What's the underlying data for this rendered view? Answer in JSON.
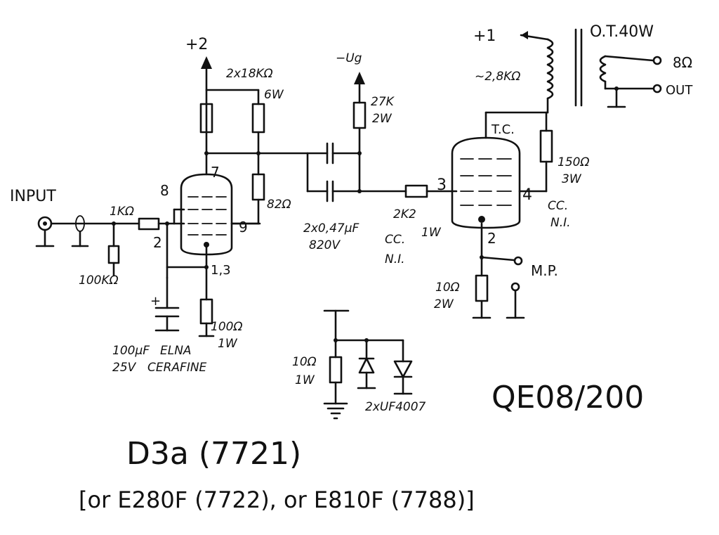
{
  "labels": {
    "input": "INPUT",
    "r_input": "1KΩ",
    "r_grid_leak": "100KΩ",
    "pin_8": "8",
    "pin_2_left": "2",
    "pin_7": "7",
    "pin_9": "9",
    "pin_1_3": "1,3",
    "supply_plus2": "+2",
    "r_anode": "2x18KΩ",
    "r_anode_w": "6W",
    "r_82": "82Ω",
    "cap_cathode_plus": "+",
    "cap_cathode": "100µF",
    "cap_cathode_v": "25V",
    "cap_brand": "ELNA",
    "cap_series": "CERAFINE",
    "r_cathode": "100Ω",
    "r_cathode_w": "1W",
    "neg_ug": "−Ug",
    "r_bias": "27K",
    "r_bias_w": "2W",
    "cap_coupling": "2x0,47µF",
    "cap_coupling_v": "820V",
    "r_grid_stop": "2K2",
    "r_grid_stop_w": "1W",
    "r_grid_stop_type_1": "CC.",
    "r_grid_stop_type_2": "N.I.",
    "pin_3": "3",
    "pin_4": "4",
    "pin_2_right": "2",
    "tube_tc": "T.C.",
    "supply_plus1": "+1",
    "ot_impedance": "~2,8KΩ",
    "ot_name": "O.T.40W",
    "out_ohm": "8Ω",
    "out_label": "OUT",
    "r_screen": "150Ω",
    "r_screen_w": "3W",
    "r_screen_type_1": "CC.",
    "r_screen_type_2": "N.I.",
    "mp_label": "M.P.",
    "r_sense": "10Ω",
    "r_sense_w": "2W",
    "r_gnd": "10Ω",
    "r_gnd_w": "1W",
    "diodes": "2xUF4007",
    "output_tube": "QE08/200",
    "driver_tube": "D3a (7721)",
    "alternatives": "[or E280F (7722), or E810F (7788)]"
  }
}
